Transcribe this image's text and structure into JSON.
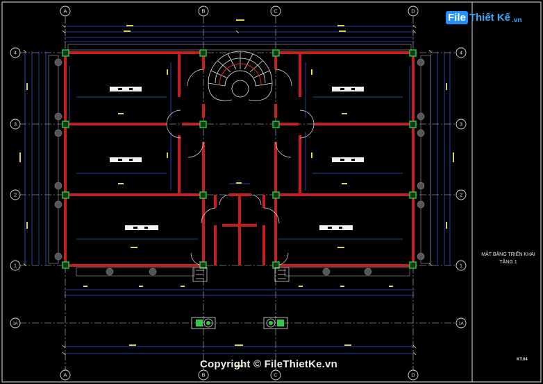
{
  "logo": {
    "file": "File",
    "rest": "Thiết Kế",
    "suffix": ".vn"
  },
  "copyright": "Copyright © FileThietKe.vn",
  "title_block": {
    "line1": "MẶT BẰNG TRIỂN KHAI",
    "line2": "TẦNG 1"
  },
  "sheet_number": "KT.04",
  "grid_columns": [
    "A",
    "B",
    "C",
    "D"
  ],
  "grid_rows": [
    "4",
    "3",
    "2",
    "1",
    "1A"
  ],
  "colors": {
    "background": "#000000",
    "wall": "#c41e1e",
    "column": "#2ecc40",
    "dimension": "#2a5bd7",
    "grid": "#cfcfcf",
    "text": "#e6e6e6"
  }
}
